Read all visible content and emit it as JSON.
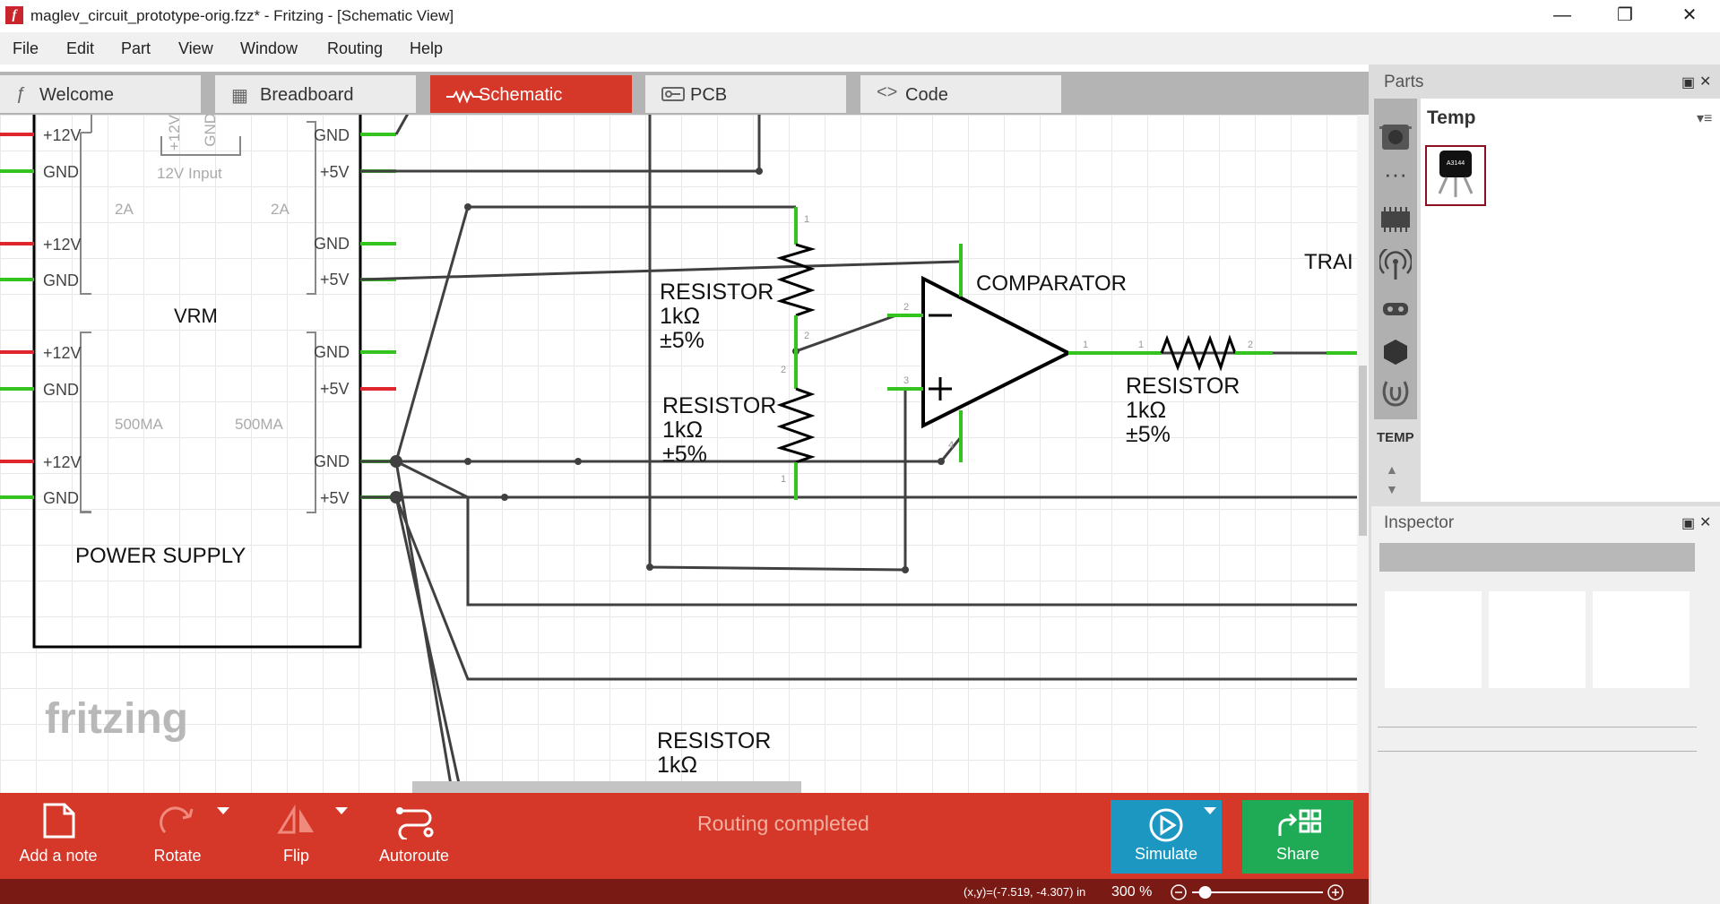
{
  "window": {
    "title": "maglev_circuit_prototype-orig.fzz* - Fritzing - [Schematic View]",
    "app_icon": "f"
  },
  "menu": [
    "File",
    "Edit",
    "Part",
    "View",
    "Window",
    "Routing",
    "Help"
  ],
  "tabs": [
    {
      "label": "Welcome",
      "icon": "fritzing-f-icon"
    },
    {
      "label": "Breadboard",
      "icon": "breadboard-icon"
    },
    {
      "label": "Schematic",
      "icon": "schematic-wave-icon",
      "active": true
    },
    {
      "label": "PCB",
      "icon": "pcb-icon"
    },
    {
      "label": "Code",
      "icon": "code-brackets-icon"
    }
  ],
  "schematic": {
    "power_supply": {
      "title": "POWER SUPPLY",
      "center_label": "VRM",
      "input_label": "12V Input",
      "input_pins": [
        "+12V",
        "GND"
      ],
      "left_pins": [
        "+12V",
        "GND",
        "+12V",
        "GND",
        "+12V",
        "GND",
        "+12V",
        "GND"
      ],
      "right_pins": [
        "GND",
        "+5V",
        "GND",
        "+5V",
        "GND",
        "+5V",
        "GND",
        "+5V"
      ],
      "current_labels": [
        "2A",
        "2A",
        "500MA",
        "500MA"
      ]
    },
    "resistor_1": {
      "name": "RESISTOR",
      "value": "1kΩ",
      "tolerance": "±5%"
    },
    "resistor_2": {
      "name": "RESISTOR",
      "value": "1kΩ",
      "tolerance": "±5%"
    },
    "resistor_3": {
      "name": "RESISTOR",
      "value": "1kΩ",
      "tolerance": "±5%"
    },
    "resistor_4": {
      "name": "RESISTOR",
      "value": "1kΩ"
    },
    "comparator": {
      "label": "COMPARATOR",
      "minus": "−",
      "plus": "+"
    },
    "pin_numbers": {
      "r1_top": "1",
      "r1_bottom": "2",
      "r2_top": "2",
      "r2_bottom": "1",
      "cmp_minus": "2",
      "cmp_plus": "3",
      "cmp_out": "1",
      "cmp_vcc": "4",
      "r3_left": "1",
      "r3_right": "2"
    },
    "offscreen_label": "TRAI",
    "watermark": "fritzing"
  },
  "toolbar": {
    "add_note": "Add a note",
    "rotate": "Rotate",
    "flip": "Flip",
    "autoroute": "Autoroute",
    "status": "Routing completed",
    "simulate": "Simulate",
    "share": "Share"
  },
  "statusbar": {
    "coords": "(x,y)=(-7.519, -4.307) in",
    "zoom": "300 %",
    "zoom_level": 0.1
  },
  "parts_panel": {
    "title": "Parts",
    "bin_title": "Temp",
    "bin_label": "TEMP",
    "part_label": "A3144"
  },
  "inspector": {
    "title": "Inspector"
  },
  "colors": {
    "accent": "#d53729",
    "share": "#1faa55",
    "simulate": "#1b97c1",
    "wire": "#404040",
    "pin_green": "#35c31f",
    "pin_red": "#e0262d"
  }
}
